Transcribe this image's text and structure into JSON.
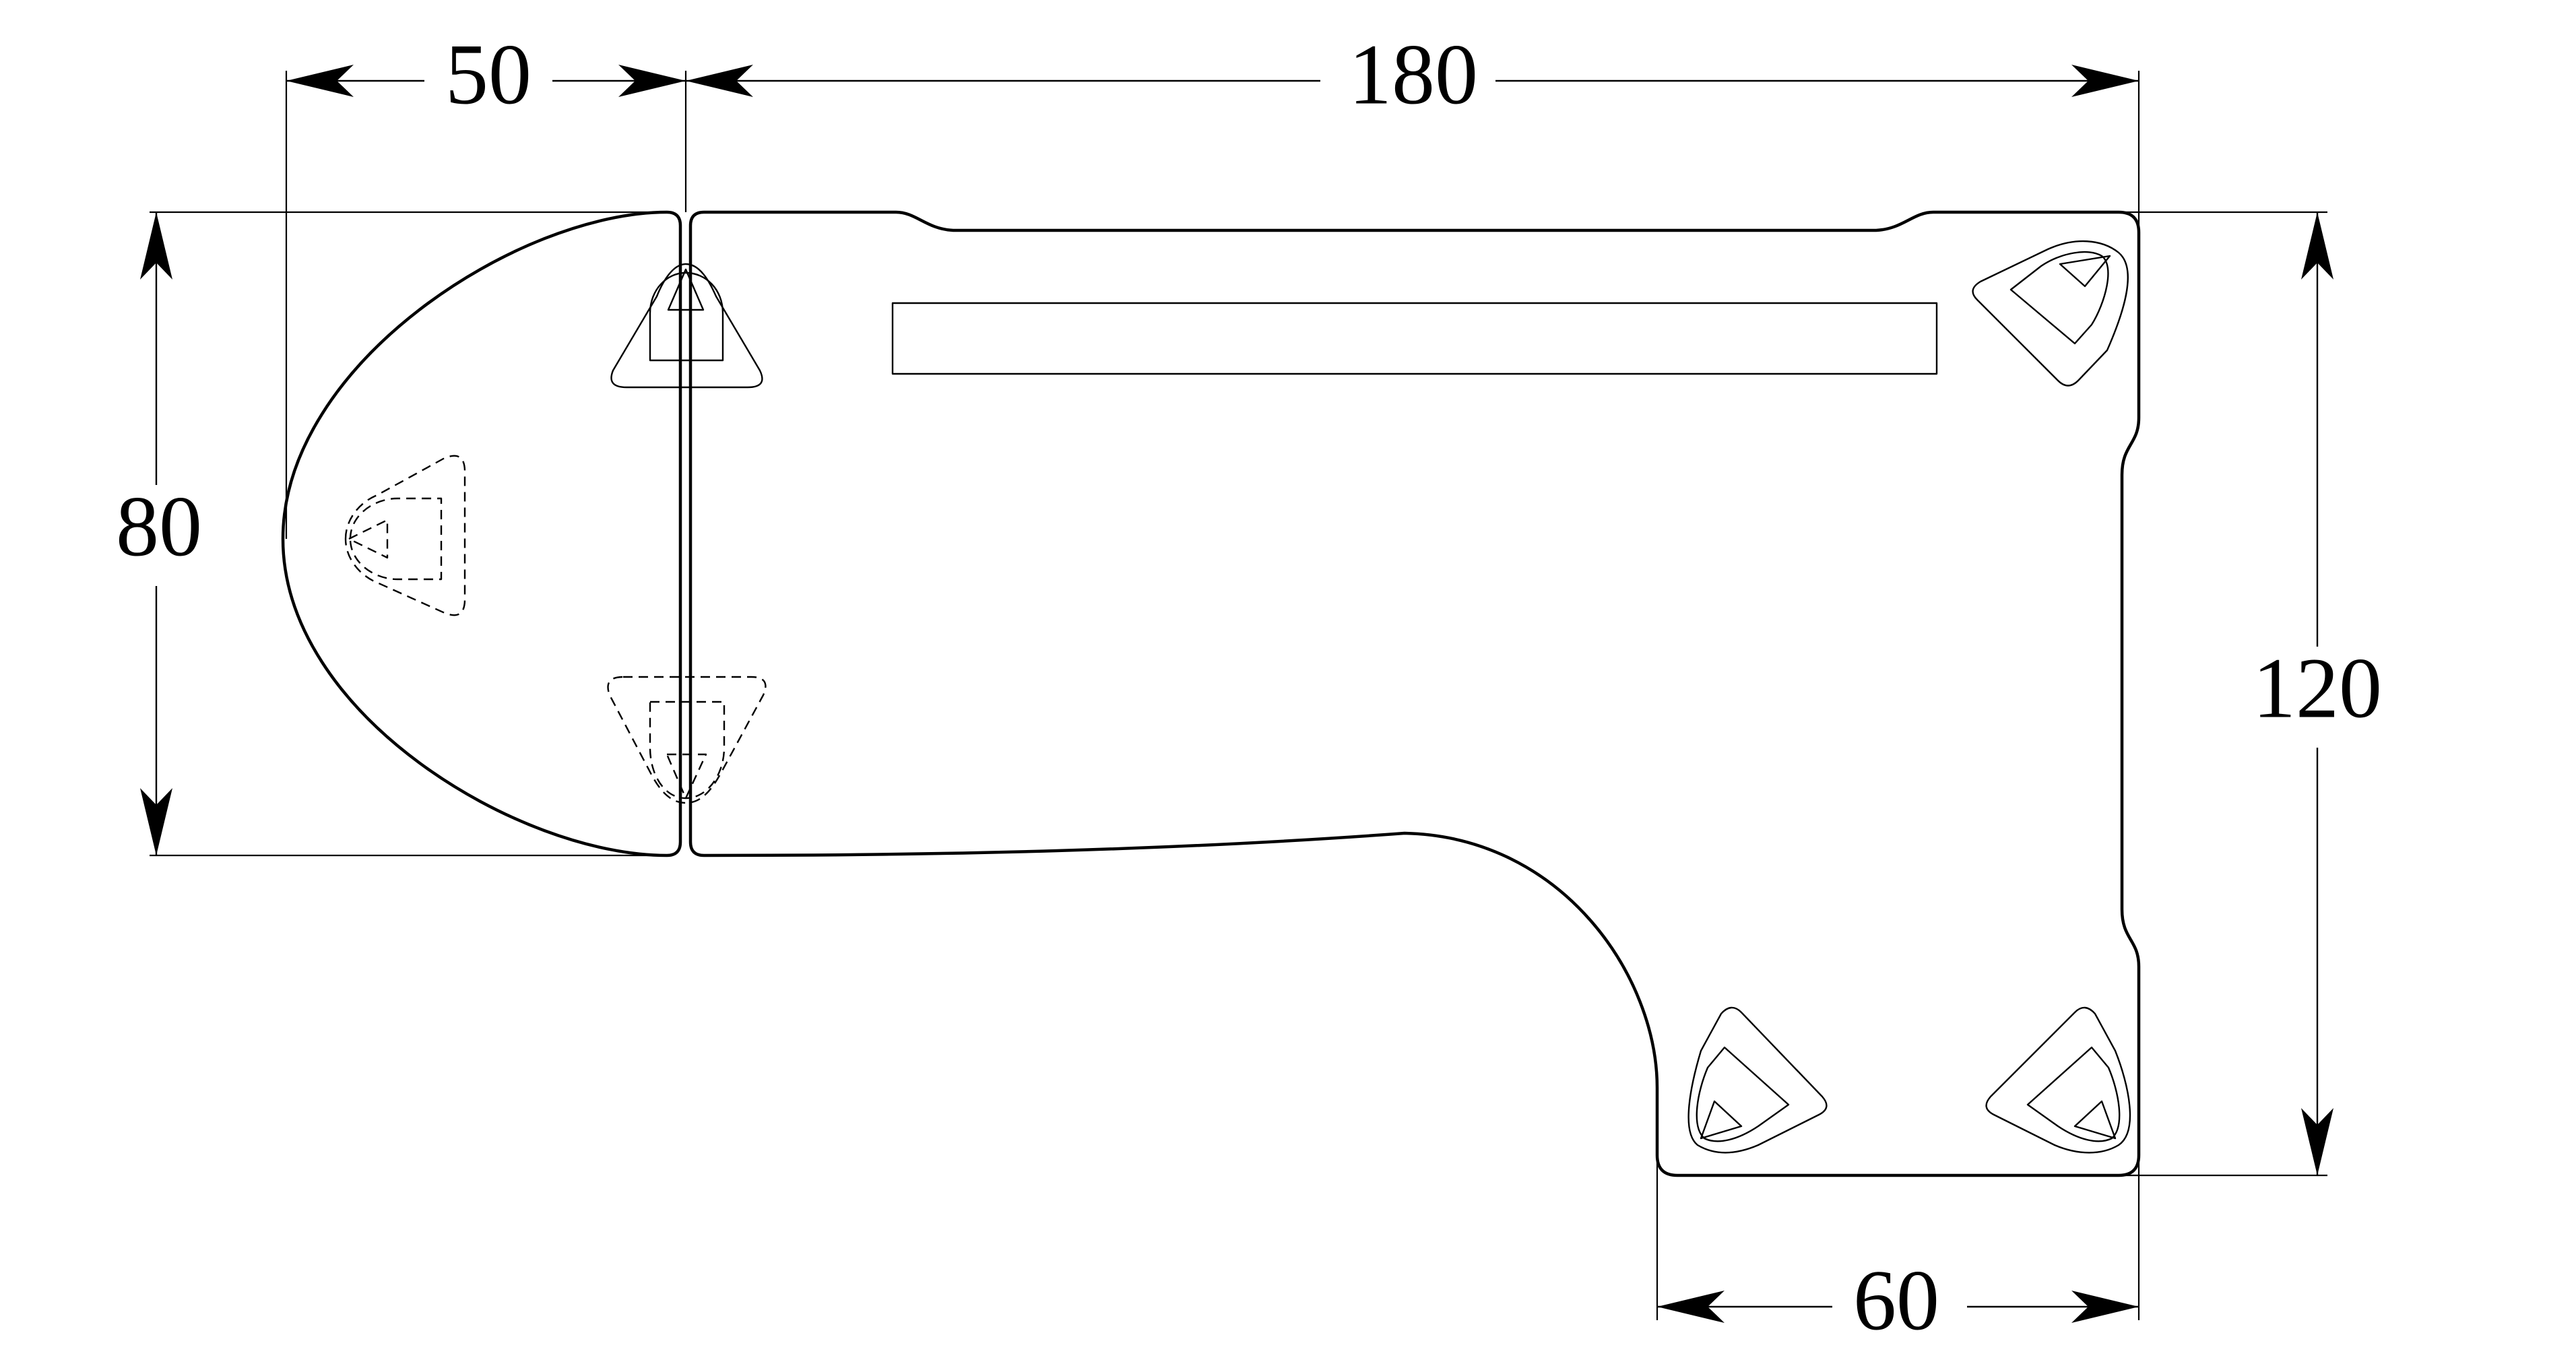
{
  "drawing": {
    "dimensions": {
      "top_left": "50",
      "top_right": "180",
      "left_height": "80",
      "right_height": "120",
      "bottom": "60"
    },
    "colors": {
      "line": "#000000",
      "background": "#ffffff"
    }
  }
}
